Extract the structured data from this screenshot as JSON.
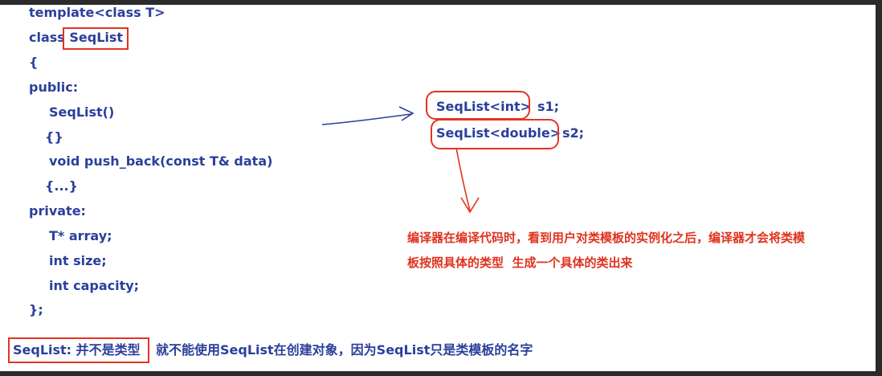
{
  "code": {
    "line1": "template<class T>",
    "line2a": "class ",
    "line2b": "SeqList",
    "line3": "{",
    "line4": "public:",
    "line5": "SeqList()",
    "line6": "{}",
    "line7": "void push_back(const T& data)",
    "line8": "{...}",
    "line9": "private:",
    "line10": "T* array;",
    "line11": "int size;",
    "line12": "int capacity;",
    "line13": "};"
  },
  "instances": {
    "s1_type": "SeqList<int>",
    "s1_var": "s1;",
    "s2_type": "SeqList<double>",
    "s2_var": "s2;"
  },
  "annotation": {
    "line1": "编译器在编译代码时，看到用户对类模板的实例化之后，编译器才会将类模",
    "line2": "板按照具体的类型  生成一个具体的类出来"
  },
  "bottom": {
    "boxed": "SeqList: 并不是类型",
    "note": "就不能使用SeqList在创建对象，因为SeqList只是类模板的名字"
  },
  "colors": {
    "code": "#2a3f9c",
    "annotation": "#e0321e",
    "box": "#e53223",
    "arrow_blue": "#2a3f9c"
  }
}
